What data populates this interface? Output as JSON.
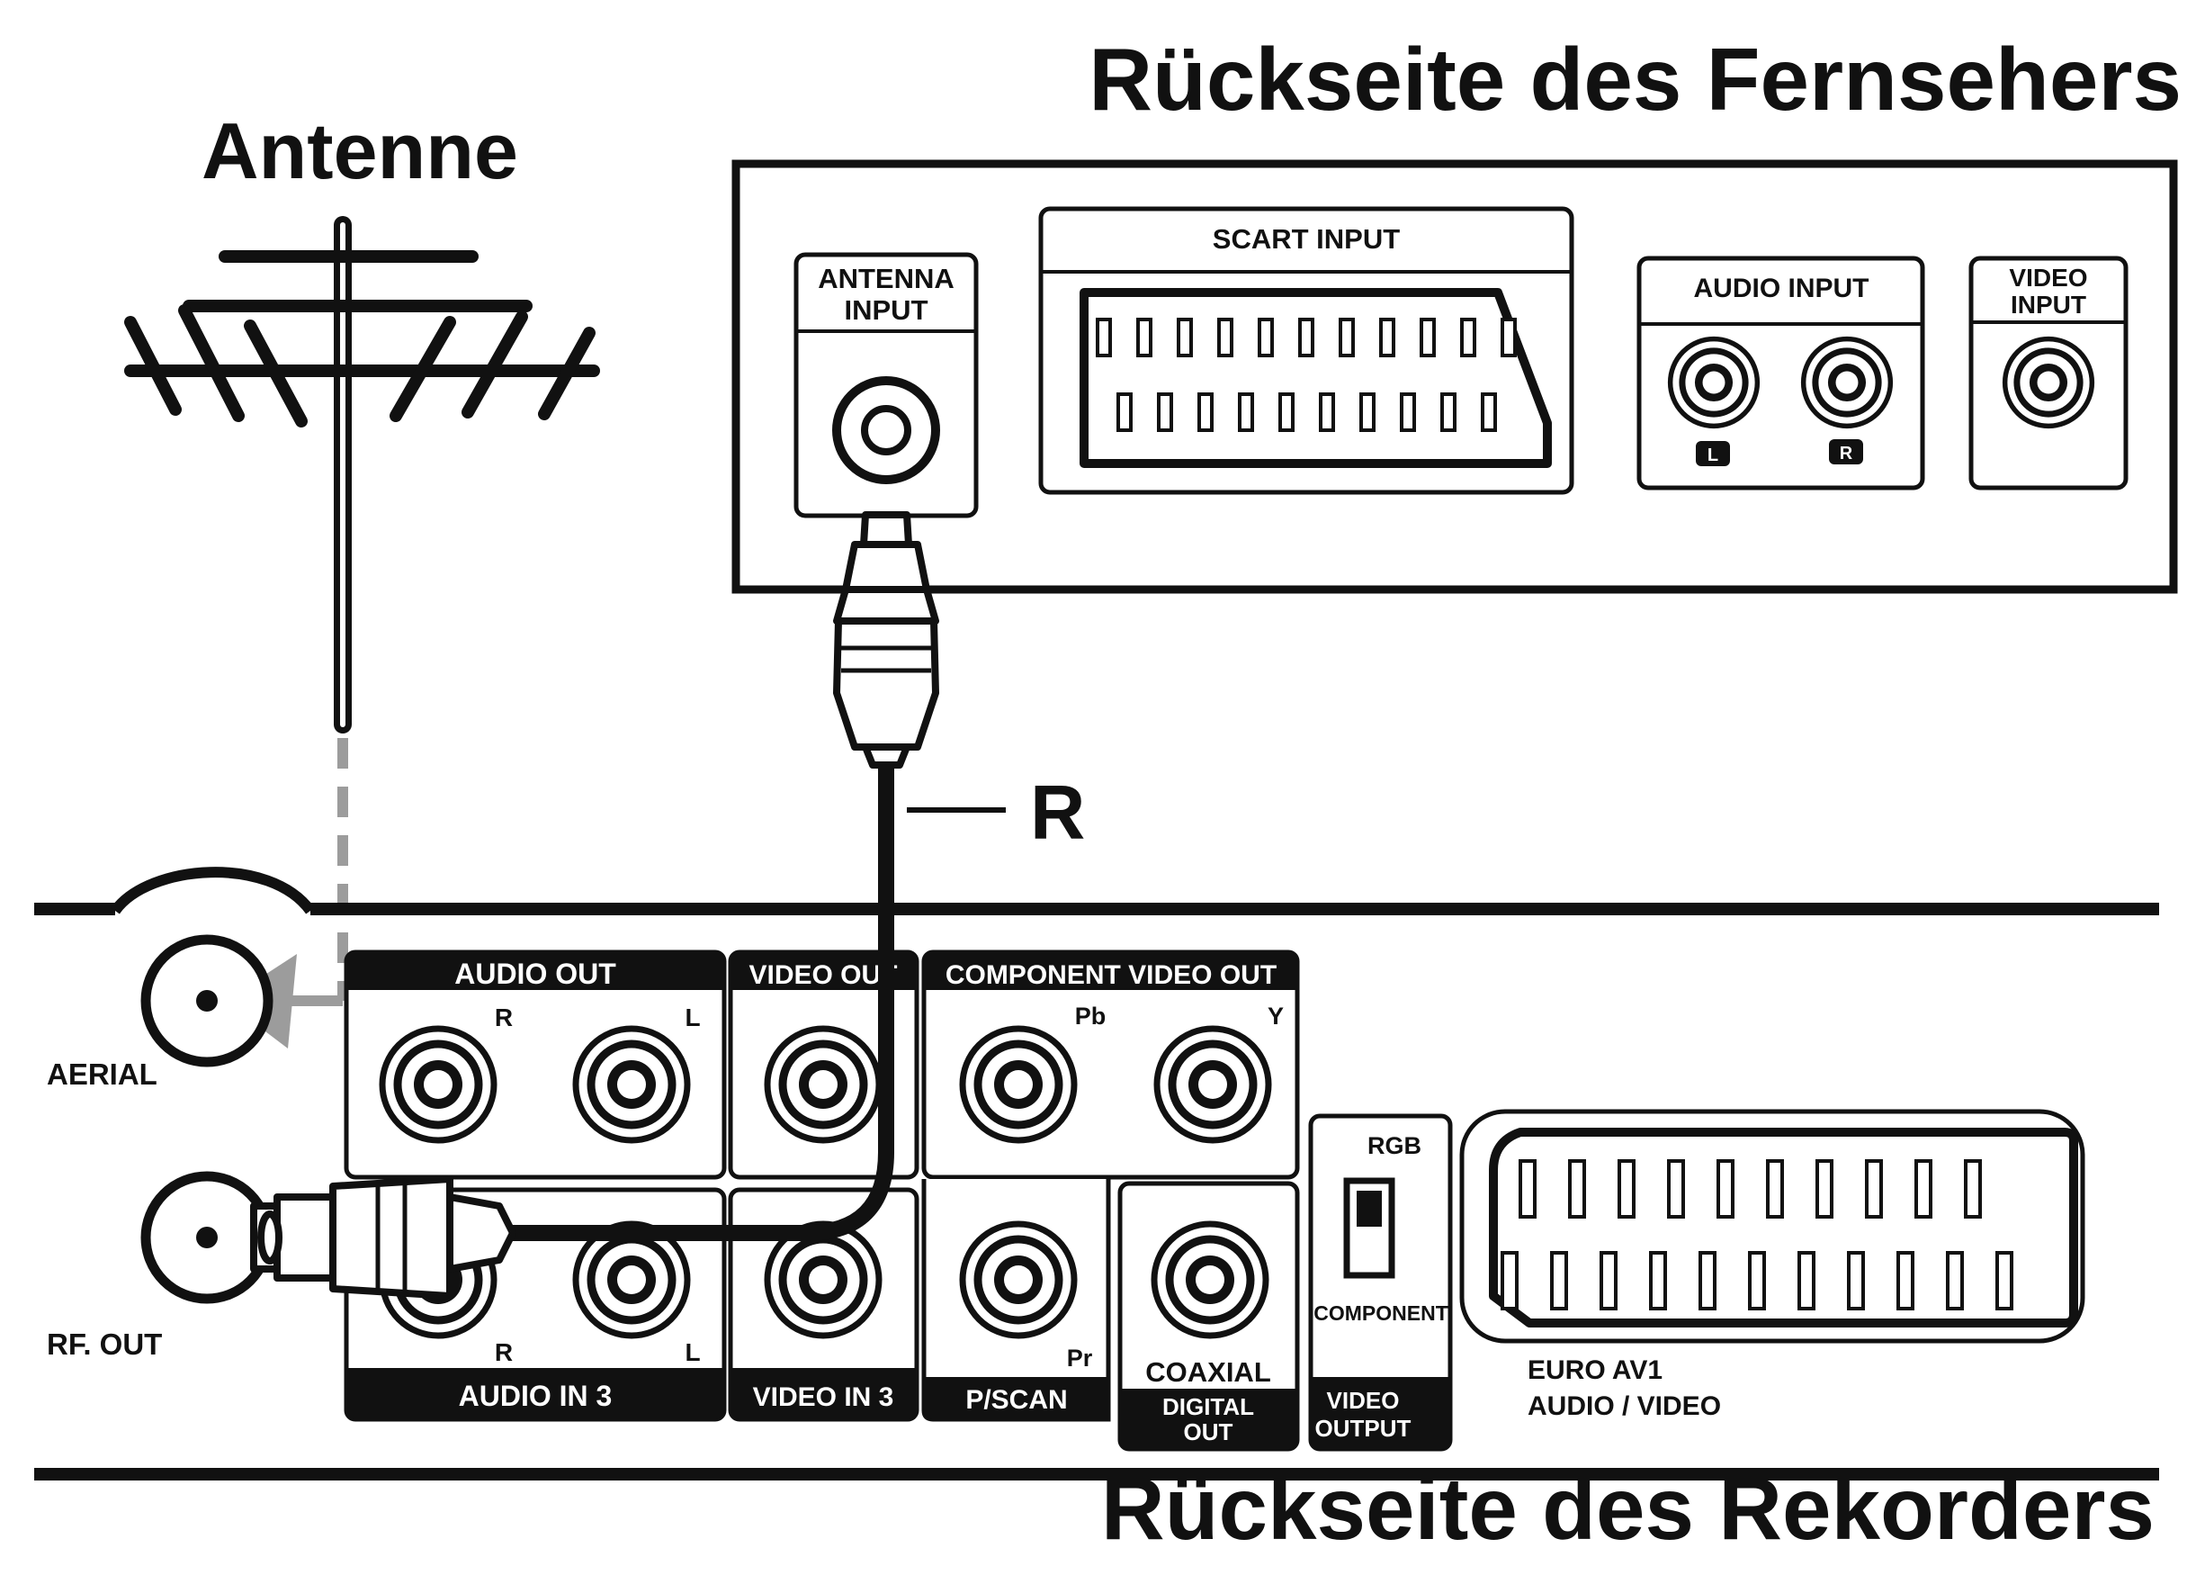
{
  "titles": {
    "antenna": "Antenne",
    "tv_back": "Rückseite des Fernsehers",
    "recorder_back": "Rückseite des Rekorders"
  },
  "cable_label": "R",
  "tv": {
    "antenna_input": [
      "ANTENNA",
      "INPUT"
    ],
    "scart_input": "SCART INPUT",
    "audio_input": "AUDIO INPUT",
    "audio_left": "L",
    "audio_right": "R",
    "video_input": [
      "VIDEO",
      "INPUT"
    ]
  },
  "recorder": {
    "aerial": "AERIAL",
    "rf_out": "RF. OUT",
    "audio_out": "AUDIO OUT",
    "video_out": "VIDEO OUT",
    "component_video_out": "COMPONENT VIDEO OUT",
    "pb": "Pb",
    "y": "Y",
    "pr": "Pr",
    "right": "R",
    "left": "L",
    "audio_in_3": "AUDIO IN 3",
    "video_in_3": "VIDEO IN 3",
    "pscan": "P/SCAN",
    "coaxial": "COAXIAL",
    "digital_out": [
      "DIGITAL",
      "OUT"
    ],
    "rgb": "RGB",
    "component": "COMPONENT",
    "video_output": [
      "VIDEO",
      "OUTPUT"
    ],
    "euro_av1": [
      "EURO AV1",
      "AUDIO / VIDEO"
    ]
  }
}
